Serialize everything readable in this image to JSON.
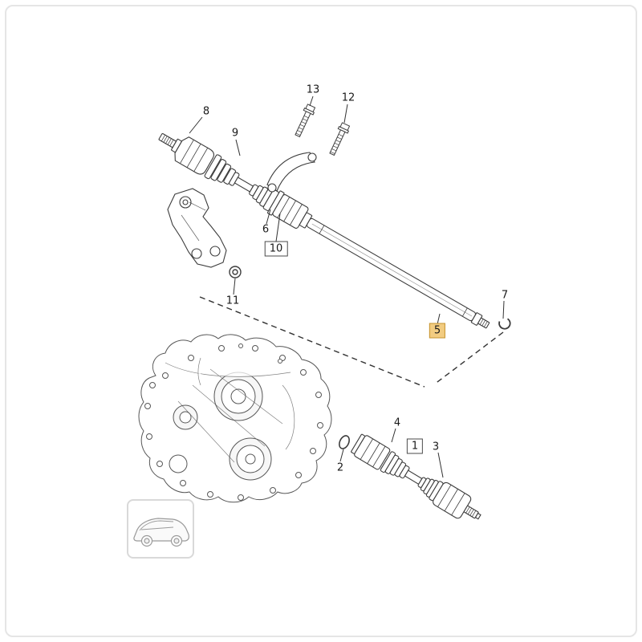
{
  "figure": {
    "kind": "exploded-parts-diagram"
  },
  "callouts": [
    {
      "text": "13",
      "style": "plain"
    },
    {
      "text": "12",
      "style": "plain"
    },
    {
      "text": "8",
      "style": "plain"
    },
    {
      "text": "9",
      "style": "plain"
    },
    {
      "text": "6",
      "style": "plain"
    },
    {
      "text": "10",
      "style": "boxed"
    },
    {
      "text": "11",
      "style": "plain"
    },
    {
      "text": "5",
      "style": "boxed-highlighted"
    },
    {
      "text": "7",
      "style": "plain"
    },
    {
      "text": "2",
      "style": "plain"
    },
    {
      "text": "4",
      "style": "plain"
    },
    {
      "text": "1",
      "style": "boxed"
    },
    {
      "text": "3",
      "style": "plain"
    }
  ],
  "colors": {
    "highlight_fill": "#f2cc81",
    "highlight_border": "#c6932e",
    "line": "#3c3c3c",
    "frame_border": "#e5e5e5"
  }
}
